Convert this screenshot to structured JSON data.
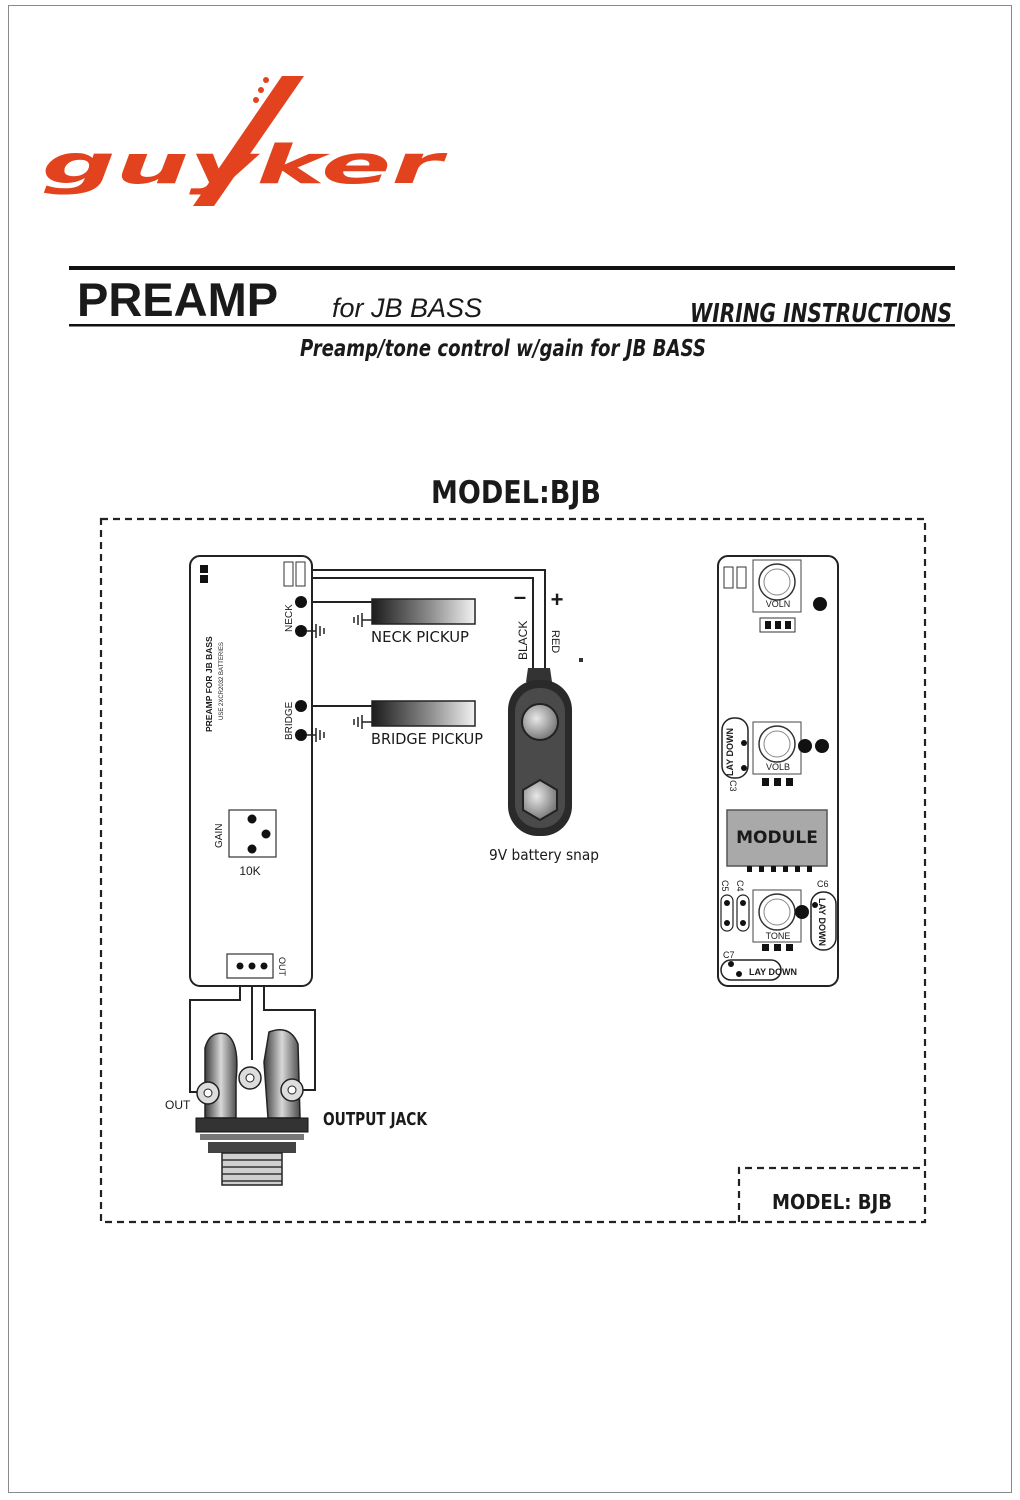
{
  "brand": {
    "name": "guyker",
    "color": "#e2431e"
  },
  "header": {
    "product": "PREAMP",
    "product_suffix": "for JB BASS",
    "doc_type": "WIRING INSTRUCTIONS",
    "subtitle": "Preamp/tone control w/gain for JB BASS"
  },
  "model_title": "MODEL:BJB",
  "left_board": {
    "vertical_label": "PREAMP FOR JB BASS",
    "vertical_sublabel": "USE 2XCR2032 BATTERIES",
    "neck_label": "NECK",
    "bridge_label": "BRIDGE",
    "gain_label": "GAIN",
    "gain_value": "10K",
    "out_label": "OUT"
  },
  "pickups": {
    "neck": "NECK PICKUP",
    "bridge": "BRIDGE PICKUP"
  },
  "battery": {
    "minus": "–",
    "plus": "+",
    "black": "BLACK",
    "red": "RED",
    "label": "9V battery snap"
  },
  "jack": {
    "out_label": "OUT",
    "label": "OUTPUT JACK"
  },
  "right_board": {
    "voln": "VOLN",
    "volb": "VOLB",
    "tone": "TONE",
    "module": "MODULE",
    "c3": "C3",
    "c4": "C4",
    "c5": "C5",
    "c6": "C6",
    "c7": "C7",
    "laydown_1": "LAY DOWN",
    "laydown_2": "LAY DOWN",
    "laydown_3": "LAY DOWN",
    "module_color": "#a9a9a9"
  },
  "model_badge": "MODEL: BJB"
}
